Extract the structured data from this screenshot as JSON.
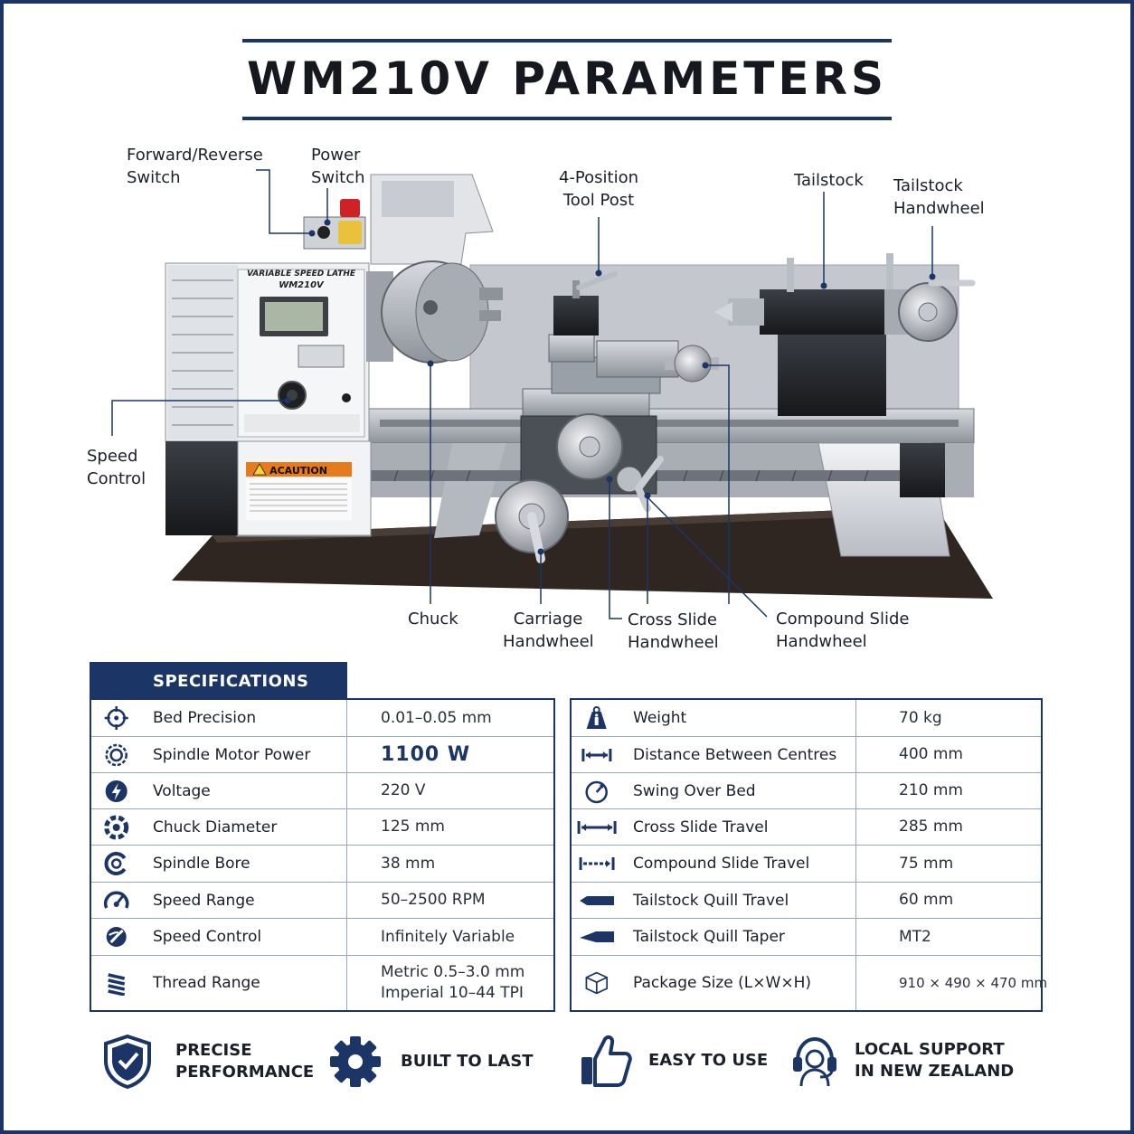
{
  "title": "WM210V PARAMETERS",
  "machine": {
    "panel_heading": "VARIABLE SPEED LATHE",
    "panel_model": "WM210V",
    "caution_label": "ACAUTION"
  },
  "callouts": {
    "forward_reverse": [
      "Forward/Reverse",
      "Switch"
    ],
    "power_switch": [
      "Power",
      "Switch"
    ],
    "tool_post": [
      "4-Position",
      "Tool Post"
    ],
    "tailstock": [
      "Tailstock"
    ],
    "tailstock_handwheel": [
      "Tailstock",
      "Handwheel"
    ],
    "speed_control": [
      "Speed",
      "Control"
    ],
    "chuck": [
      "Chuck"
    ],
    "carriage_handwheel": [
      "Carriage",
      "Handwheel"
    ],
    "cross_slide_handwheel": [
      "Cross Slide",
      "Handwheel"
    ],
    "compound_slide_handwheel": [
      "Compound Slide",
      "Handwheel"
    ]
  },
  "specs": {
    "tab_label": "SPECIFICATIONS",
    "left": [
      {
        "icon": "crosshair-icon",
        "label": "Bed Precision",
        "value": [
          "0.01–0.05 mm"
        ]
      },
      {
        "icon": "motor-icon",
        "label": "Spindle Motor Power",
        "value": [
          "1100 W"
        ]
      },
      {
        "icon": "lightning-icon",
        "label": "Voltage",
        "value": [
          "220 V"
        ]
      },
      {
        "icon": "chuck-icon",
        "label": "Chuck Diameter",
        "value": [
          "125 mm"
        ]
      },
      {
        "icon": "bore-icon",
        "label": "Spindle Bore",
        "value": [
          "38 mm"
        ]
      },
      {
        "icon": "gauge-icon",
        "label": "Speed Range",
        "value": [
          "50–2500 RPM"
        ]
      },
      {
        "icon": "speed-control-icon",
        "label": "Speed Control",
        "value": [
          "Infinitely Variable"
        ]
      },
      {
        "icon": "spring-icon",
        "label": "Thread Range",
        "value": [
          "Metric 0.5–3.0 mm",
          "Imperial 10–44 TPI"
        ]
      }
    ],
    "right": [
      {
        "icon": "weight-icon",
        "label": "Weight",
        "value": [
          "70 kg"
        ]
      },
      {
        "icon": "distance-icon",
        "label": "Distance Between Centres",
        "value": [
          "400 mm"
        ]
      },
      {
        "icon": "swing-icon",
        "label": "Swing Over Bed",
        "value": [
          "210 mm"
        ]
      },
      {
        "icon": "cross-travel-icon",
        "label": "Cross Slide Travel",
        "value": [
          "285 mm"
        ]
      },
      {
        "icon": "compound-travel-icon",
        "label": "Compound Slide Travel",
        "value": [
          "75 mm"
        ]
      },
      {
        "icon": "quill-icon",
        "label": "Tailstock Quill Travel",
        "value": [
          "60 mm"
        ]
      },
      {
        "icon": "taper-icon",
        "label": "Tailstock Quill Taper",
        "value": [
          "MT2"
        ]
      },
      {
        "icon": "package-icon",
        "label": "Package Size (L×W×H)",
        "value": [
          "910 × 490 × 470 mm"
        ]
      }
    ]
  },
  "features": [
    {
      "icon": "shield-icon",
      "lines": [
        "PRECISE",
        "PERFORMANCE"
      ]
    },
    {
      "icon": "gear-icon",
      "lines": [
        "BUILT TO LAST"
      ]
    },
    {
      "icon": "thumbs-up-icon",
      "lines": [
        "EASY TO USE"
      ]
    },
    {
      "icon": "headset-icon",
      "lines": [
        "LOCAL SUPPORT",
        "IN NEW ZEALAND"
      ]
    }
  ],
  "colors": {
    "navy": "#1a3566",
    "divider": "#9aa6bd",
    "caution": "#e87a1e"
  }
}
